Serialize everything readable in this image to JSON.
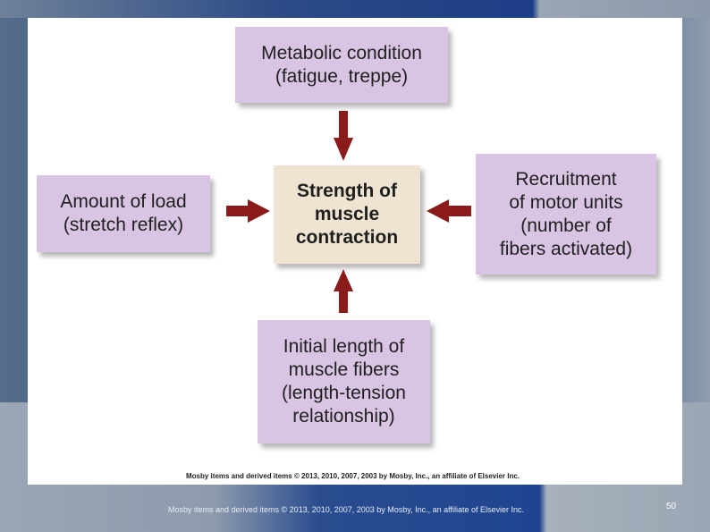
{
  "diagram": {
    "center": "Strength of\nmuscle\ncontraction",
    "top": "Metabolic condition\n(fatigue, treppe)",
    "left": "Amount of load\n(stretch reflex)",
    "right": "Recruitment\nof motor units\n(number of\nfibers activated)",
    "bottom": "Initial length of\nmuscle fibers\n(length-tension\nrelationship)",
    "arrow_color": "#8b1a1a",
    "box_color": "#d9c4e3",
    "center_color": "#efe4d2",
    "credit": "Mosby items and derived items © 2013, 2010, 2007, 2003 by Mosby, Inc., an affiliate of Elsevier Inc."
  },
  "footer": {
    "credit": "Mosby items and derived items © 2013, 2010, 2007, 2003 by Mosby, Inc., an affiliate of Elsevier Inc.",
    "page_number": "50"
  }
}
